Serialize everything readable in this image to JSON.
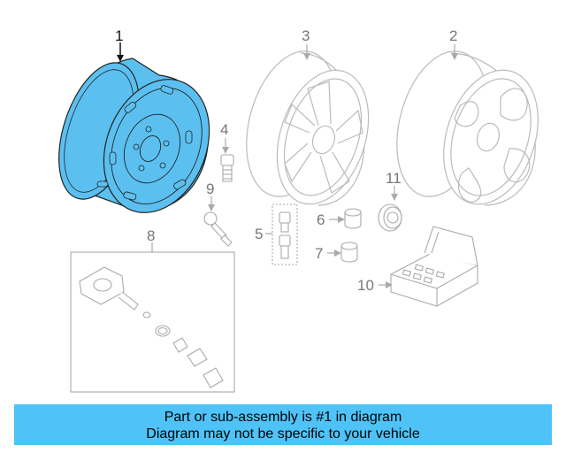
{
  "diagram": {
    "callouts": {
      "c1": "1",
      "c2": "2",
      "c3": "3",
      "c4": "4",
      "c5": "5",
      "c6": "6",
      "c7": "7",
      "c8": "8",
      "c9": "9",
      "c10": "10",
      "c11": "11"
    }
  },
  "banner": {
    "line1": "Part or sub-assembly is #1 in diagram",
    "line2": "Diagram may not be specific to your vehicle"
  },
  "colors": {
    "highlight": "#4fc3f7",
    "part_fill": "#5bc0f0",
    "outline_gray": "#bbbbbb"
  }
}
